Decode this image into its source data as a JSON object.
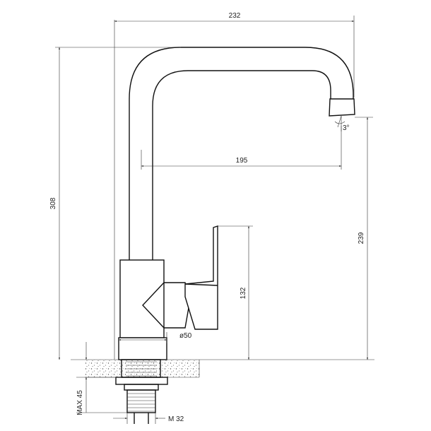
{
  "dimensions": {
    "overall_width": "232",
    "overall_height": "308",
    "spout_reach": "195",
    "spout_height": "239",
    "body_height": "132",
    "base_diameter": "ø50",
    "max_thickness": "MAX 45",
    "thread": "M 32",
    "spout_angle": "3°"
  }
}
